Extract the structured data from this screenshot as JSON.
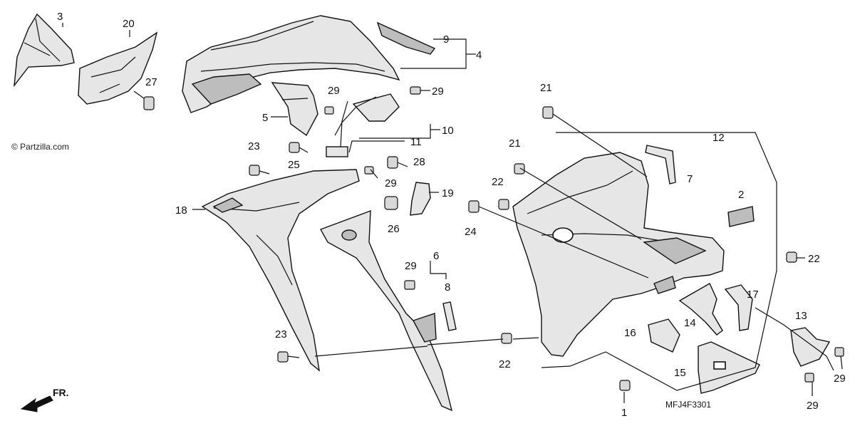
{
  "watermark": "© Partzilla.com",
  "diagram_code": "MFJ4F3301",
  "front_label": "FR.",
  "callouts": [
    {
      "id": "c3",
      "text": "3"
    },
    {
      "id": "c20",
      "text": "20"
    },
    {
      "id": "c27",
      "text": "27"
    },
    {
      "id": "c9",
      "text": "9"
    },
    {
      "id": "c4",
      "text": "4"
    },
    {
      "id": "c29a",
      "text": "29"
    },
    {
      "id": "c29b",
      "text": "29"
    },
    {
      "id": "c5",
      "text": "5"
    },
    {
      "id": "c10",
      "text": "10"
    },
    {
      "id": "c11",
      "text": "11"
    },
    {
      "id": "c23a",
      "text": "23"
    },
    {
      "id": "c25",
      "text": "25"
    },
    {
      "id": "c28",
      "text": "28"
    },
    {
      "id": "c29c",
      "text": "29"
    },
    {
      "id": "c19",
      "text": "19"
    },
    {
      "id": "c18",
      "text": "18"
    },
    {
      "id": "c26",
      "text": "26"
    },
    {
      "id": "c29d",
      "text": "29"
    },
    {
      "id": "c6",
      "text": "6"
    },
    {
      "id": "c8",
      "text": "8"
    },
    {
      "id": "c23b",
      "text": "23"
    },
    {
      "id": "c21a",
      "text": "21"
    },
    {
      "id": "c21b",
      "text": "21"
    },
    {
      "id": "c22a",
      "text": "22"
    },
    {
      "id": "c24",
      "text": "24"
    },
    {
      "id": "c12",
      "text": "12"
    },
    {
      "id": "c7",
      "text": "7"
    },
    {
      "id": "c2",
      "text": "2"
    },
    {
      "id": "c22b",
      "text": "22"
    },
    {
      "id": "c17",
      "text": "17"
    },
    {
      "id": "c14",
      "text": "14"
    },
    {
      "id": "c16",
      "text": "16"
    },
    {
      "id": "c13",
      "text": "13"
    },
    {
      "id": "c15",
      "text": "15"
    },
    {
      "id": "c22c",
      "text": "22"
    },
    {
      "id": "c1",
      "text": "1"
    },
    {
      "id": "c29e",
      "text": "29"
    },
    {
      "id": "c29f",
      "text": "29"
    }
  ]
}
